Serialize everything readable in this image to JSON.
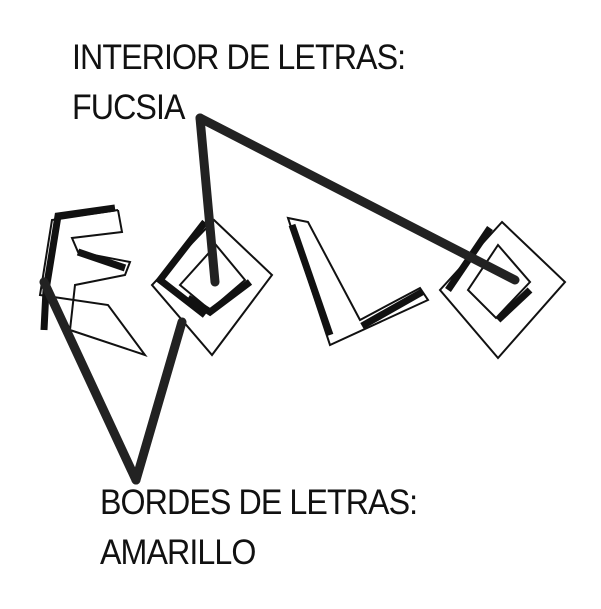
{
  "annotations": {
    "interior": {
      "line1": "INTERIOR DE LETRAS:",
      "line2": "FUCSIA"
    },
    "borders": {
      "line1": "BORDES DE LETRAS:",
      "line2": "AMARILLO"
    }
  },
  "colors": {
    "ink": "#111111",
    "background": "#ffffff"
  }
}
